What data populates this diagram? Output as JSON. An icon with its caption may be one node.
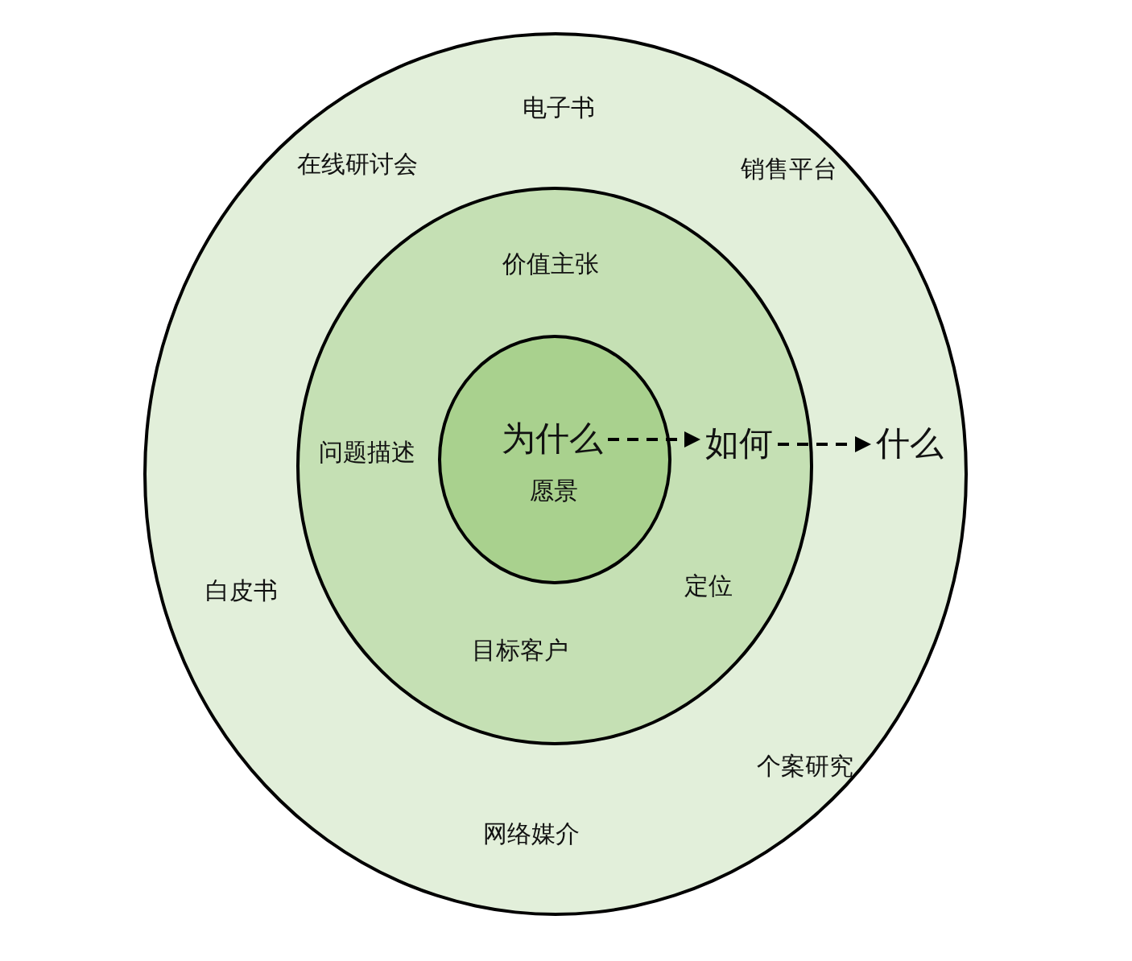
{
  "diagram": {
    "nodes": [
      {
        "text": [
          "电子书",
          "在线研讨会",
          "销售平台",
          "白皮书",
          "个案研究",
          "网络媒介"
        ]
      },
      {
        "text": [
          "价值主张",
          "问题描述",
          "定位",
          "目标客户"
        ],
        "in": 0
      },
      {
        "text": [
          "愿景"
        ],
        "in": 1
      },
      {
        "text": [
          "为什么"
        ],
        "in": 2
      },
      {
        "text": [
          "如何"
        ],
        "in": 1
      },
      {
        "text": [
          "什么"
        ],
        "in": 0
      }
    ],
    "edges": [
      {
        "from": 3,
        "to": 4,
        "arrow": "to",
        "style": "dashed"
      },
      {
        "from": 4,
        "to": 5,
        "arrow": "to",
        "style": "dashed"
      }
    ]
  }
}
